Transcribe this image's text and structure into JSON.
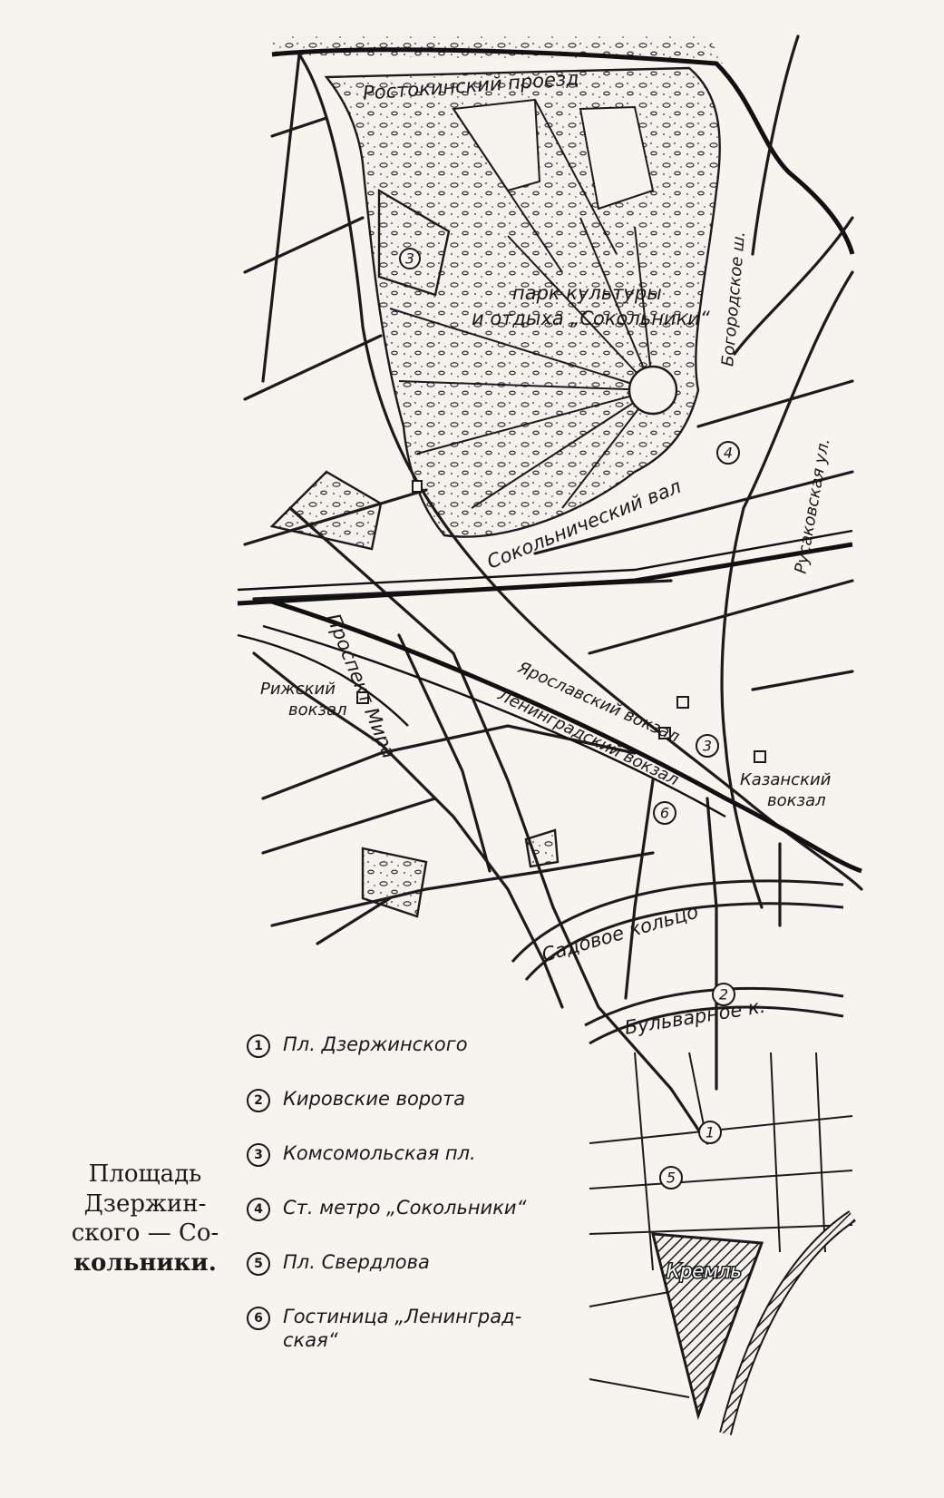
{
  "caption": {
    "line1": "Площадь",
    "line2": "Дзержин-",
    "line3": "ского — Со-",
    "line4": "кольники."
  },
  "map_labels": {
    "park": "парк культуры",
    "park2": "и отдыха „Сокольники“",
    "rostokino": "Ростокинский проезд",
    "sokolnichesky_val": "Сокольнический вал",
    "bogorodskoe": "Богородское ш.",
    "rusakovskaya": "Русаковская ул.",
    "rizhsky": "Рижский",
    "rizhsky2": "вокзал",
    "yaroslavsky": "Ярославский вокзал",
    "leningradsky": "Ленинградский вокзал",
    "kazansky": "Казанский",
    "kazansky2": "вокзал",
    "prospekt_mira": "Проспект Мира",
    "sadovoe": "Садовое кольцо",
    "bulvarnoe": "Бульварное к.",
    "kreml": "Кремль",
    "marker_5_3": "3",
    "marker_3": "3",
    "marker_1": "1",
    "marker_2": "2",
    "marker_4": "4",
    "marker_5": "5",
    "marker_6": "6"
  },
  "legend": {
    "items": [
      {
        "num": "1",
        "text": "Пл. Дзержинского"
      },
      {
        "num": "2",
        "text": "Кировские ворота"
      },
      {
        "num": "3",
        "text": "Комсомольская пл."
      },
      {
        "num": "4",
        "text": "Ст. метро „Сокольники“"
      },
      {
        "num": "5",
        "text": "Пл. Свердлова"
      },
      {
        "num": "6",
        "text": "Гостиница „Ленинград-ская“"
      }
    ]
  }
}
